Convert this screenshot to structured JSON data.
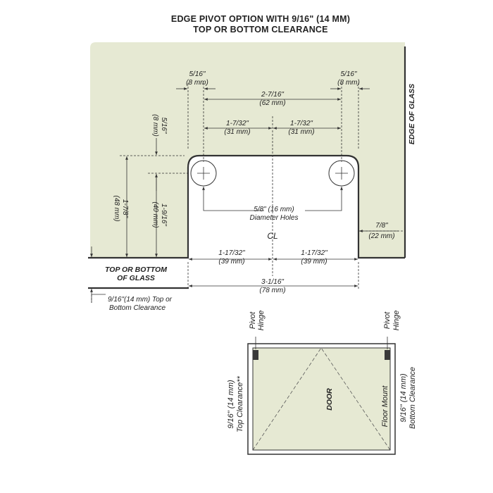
{
  "title": {
    "line1": "EDGE PIVOT OPTION WITH 9/16\" (14 MM)",
    "line2": "TOP OR  BOTTOM CLEARANCE"
  },
  "colors": {
    "glass_fill": "#e6e9d3",
    "line": "#333333",
    "hinge": "#3a3a3a",
    "background": "#ffffff"
  },
  "detail": {
    "edge_of_glass": "EDGE OF GLASS",
    "left_offset": [
      "5/16\"",
      "(8 mm)"
    ],
    "right_offset": [
      "5/16\"",
      "(8 mm)"
    ],
    "overall_top": [
      "2-7/16\"",
      "(62 mm)"
    ],
    "left_half_top": [
      "1-7/32\"",
      "(31 mm)"
    ],
    "right_half_top": [
      "1-7/32\"",
      "(31 mm)"
    ],
    "vertical_offset": [
      "5/16\"",
      "(8 mm)"
    ],
    "height_outer": [
      "1-7/8\"",
      "(48 mm)"
    ],
    "height_inner": [
      "1-9/16\"",
      "(40 mm)"
    ],
    "holes": [
      "5/8\" (16 mm)",
      "Diameter Holes"
    ],
    "centerline": "CL",
    "right_notch": [
      "7/8\"",
      "(22 mm)"
    ],
    "left_half_bottom": [
      "1-17/32\"",
      "(39 mm)"
    ],
    "right_half_bottom": [
      "1-17/32\"",
      "(39 mm)"
    ],
    "overall_bottom": [
      "3-1/16\"",
      "(78 mm)"
    ],
    "top_bottom_glass": [
      "TOP OR BOTTOM",
      "OF GLASS"
    ],
    "clearance_note": [
      "9/16\"(14 mm) Top or",
      "Bottom Clearance"
    ]
  },
  "door": {
    "door_label": "DOOR",
    "pivot_hinge_left": [
      "Pivot",
      "Hinge"
    ],
    "pivot_hinge_right": [
      "Pivot",
      "Hinge"
    ],
    "top_clearance": [
      "9/16\" (14 mm)",
      "Top Clearance**"
    ],
    "bottom_clearance": [
      "9/16\" (14 mm)",
      "Bottom Clearance"
    ],
    "floor_mount": "Floor Mount"
  }
}
